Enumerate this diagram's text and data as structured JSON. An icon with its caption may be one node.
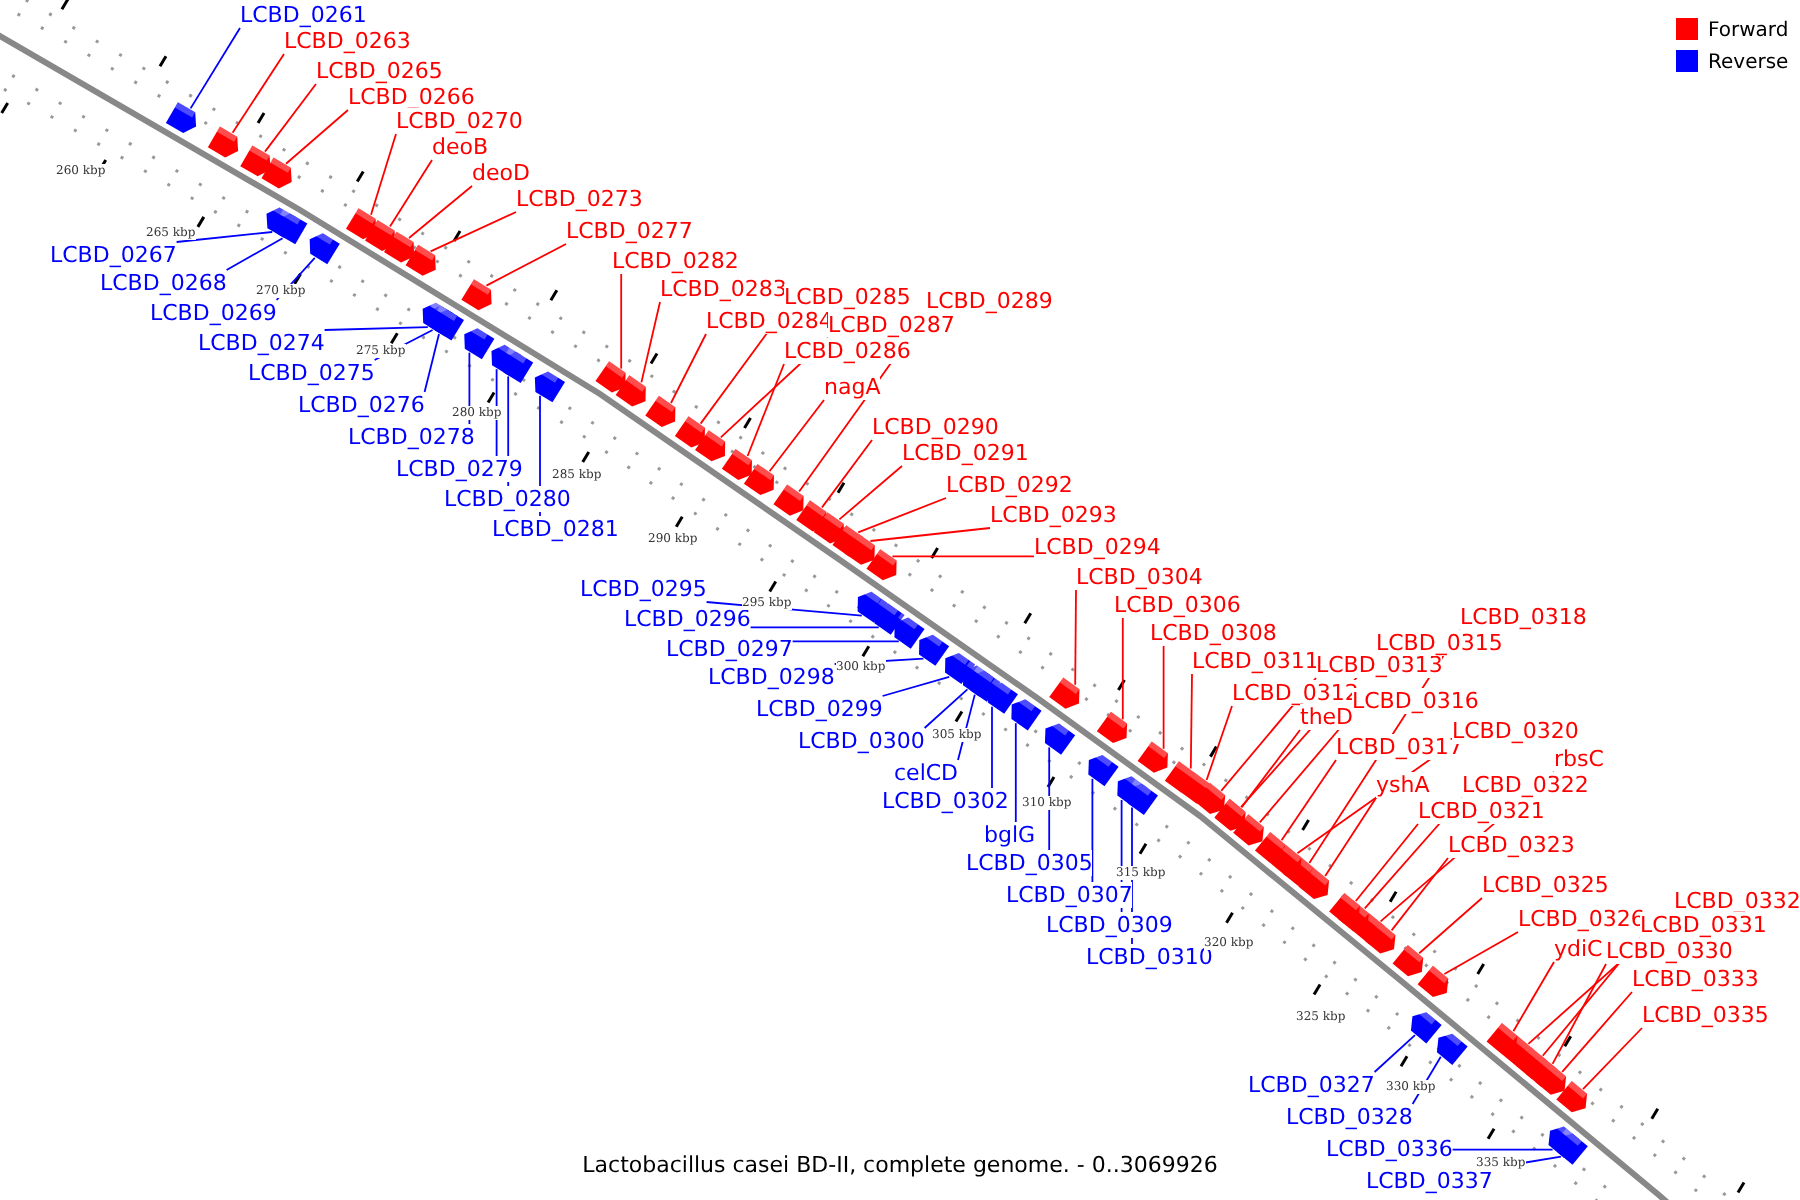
{
  "diagram": {
    "caption": "Lactobacillus casei BD-II, complete genome. - 0..3069926",
    "nodes": [
      {
        "text": [
          "LCBD_0261"
        ]
      },
      {
        "text": [
          "LCBD_0263"
        ]
      },
      {
        "text": [
          "LCBD_0265"
        ]
      },
      {
        "text": [
          "LCBD_0266"
        ]
      },
      {
        "text": [
          "LCBD_0270"
        ]
      },
      {
        "text": [
          "deoB"
        ]
      },
      {
        "text": [
          "deoD"
        ]
      },
      {
        "text": [
          "LCBD_0273"
        ]
      },
      {
        "text": [
          "LCBD_0277"
        ]
      },
      {
        "text": [
          "LCBD_0267"
        ]
      },
      {
        "text": [
          "LCBD_0268"
        ]
      },
      {
        "text": [
          "LCBD_0269"
        ]
      },
      {
        "text": [
          "LCBD_0274"
        ]
      },
      {
        "text": [
          "LCBD_0275"
        ]
      },
      {
        "text": [
          "LCBD_0276"
        ]
      },
      {
        "text": [
          "LCBD_0278"
        ]
      },
      {
        "text": [
          "LCBD_0279"
        ]
      },
      {
        "text": [
          "LCBD_0280"
        ]
      },
      {
        "text": [
          "LCBD_0281"
        ]
      },
      {
        "text": [
          "LCBD_0282"
        ]
      },
      {
        "text": [
          "LCBD_0283"
        ]
      },
      {
        "text": [
          "LCBD_0284"
        ]
      },
      {
        "text": [
          "LCBD_0285"
        ]
      },
      {
        "text": [
          "LCBD_0287"
        ]
      },
      {
        "text": [
          "LCBD_0286"
        ]
      },
      {
        "text": [
          "LCBD_0289"
        ]
      },
      {
        "text": [
          "nagA"
        ]
      },
      {
        "text": [
          "LCBD_0290"
        ]
      },
      {
        "text": [
          "LCBD_0291"
        ]
      },
      {
        "text": [
          "LCBD_0292"
        ]
      },
      {
        "text": [
          "LCBD_0293"
        ]
      },
      {
        "text": [
          "LCBD_0294"
        ]
      },
      {
        "text": [
          "LCBD_0295"
        ]
      },
      {
        "text": [
          "LCBD_0296"
        ]
      },
      {
        "text": [
          "LCBD_0297"
        ]
      },
      {
        "text": [
          "LCBD_0298"
        ]
      },
      {
        "text": [
          "LCBD_0299"
        ]
      },
      {
        "text": [
          "LCBD_0300"
        ]
      },
      {
        "text": [
          "celCD"
        ]
      },
      {
        "text": [
          "LCBD_0302"
        ]
      },
      {
        "text": [
          "bglG"
        ]
      },
      {
        "text": [
          "LCBD_0305"
        ]
      },
      {
        "text": [
          "LCBD_0307"
        ]
      },
      {
        "text": [
          "LCBD_0309"
        ]
      },
      {
        "text": [
          "LCBD_0310"
        ]
      },
      {
        "text": [
          "LCBD_0304"
        ]
      },
      {
        "text": [
          "LCBD_0306"
        ]
      },
      {
        "text": [
          "LCBD_0308"
        ]
      },
      {
        "text": [
          "LCBD_0311"
        ]
      },
      {
        "text": [
          "LCBD_0312"
        ]
      },
      {
        "text": [
          "LCBD_0318"
        ]
      },
      {
        "text": [
          "LCBD_0313"
        ]
      },
      {
        "text": [
          "LCBD_0315"
        ]
      },
      {
        "text": [
          "theD"
        ]
      },
      {
        "text": [
          "LCBD_0316"
        ]
      },
      {
        "text": [
          "LCBD_0317"
        ]
      },
      {
        "text": [
          "LCBD_0320"
        ]
      },
      {
        "text": [
          "yshA"
        ]
      },
      {
        "text": [
          "rbsC"
        ]
      },
      {
        "text": [
          "LCBD_0322"
        ]
      },
      {
        "text": [
          "LCBD_0321"
        ]
      },
      {
        "text": [
          "LCBD_0323"
        ]
      },
      {
        "text": [
          "LCBD_0325"
        ]
      },
      {
        "text": [
          "LCBD_0326"
        ]
      },
      {
        "text": [
          "LCBD_0332"
        ]
      },
      {
        "text": [
          "LCBD_0331"
        ]
      },
      {
        "text": [
          "ydiC"
        ]
      },
      {
        "text": [
          "LCBD_0330"
        ]
      },
      {
        "text": [
          "LCBD_0333"
        ]
      },
      {
        "text": [
          "LCBD_0335"
        ]
      },
      {
        "text": [
          "LCBD_0327"
        ]
      },
      {
        "text": [
          "LCBD_0328"
        ]
      },
      {
        "text": [
          "LCBD_0336"
        ]
      },
      {
        "text": [
          "LCBD_0337"
        ]
      },
      {
        "text": [],
        "shape": "arrow"
      },
      {
        "text": [],
        "shape": "arrow"
      },
      {
        "text": [],
        "shape": "arrow"
      },
      {
        "text": [],
        "shape": "arrow"
      },
      {
        "text": [],
        "shape": "arrow"
      },
      {
        "text": [],
        "shape": "arrow"
      },
      {
        "text": [],
        "shape": "arrow"
      },
      {
        "text": [],
        "shape": "arrow"
      },
      {
        "text": [],
        "shape": "arrow"
      },
      {
        "text": [],
        "shape": "arrow"
      },
      {
        "text": [],
        "shape": "arrow"
      },
      {
        "text": [],
        "shape": "arrow"
      },
      {
        "text": [],
        "shape": "arrow"
      },
      {
        "text": [],
        "shape": "arrow"
      },
      {
        "text": [],
        "shape": "arrow"
      },
      {
        "text": [],
        "shape": "arrow"
      },
      {
        "text": [],
        "shape": "arrow"
      },
      {
        "text": [],
        "shape": "arrow"
      },
      {
        "text": [],
        "shape": "arrow"
      },
      {
        "text": [],
        "shape": "arrow"
      },
      {
        "text": [],
        "shape": "arrow"
      },
      {
        "text": [],
        "shape": "arrow"
      },
      {
        "text": [],
        "shape": "arrow"
      },
      {
        "text": [],
        "shape": "arrow"
      },
      {
        "text": [],
        "shape": "arrow"
      },
      {
        "text": [],
        "shape": "arrow"
      },
      {
        "text": [],
        "shape": "arrow"
      },
      {
        "text": [],
        "shape": "arrow"
      },
      {
        "text": [],
        "shape": "arrow"
      },
      {
        "text": [],
        "shape": "arrow"
      },
      {
        "text": [],
        "shape": "arrow"
      },
      {
        "text": [],
        "shape": "arrow"
      },
      {
        "text": [],
        "shape": "arrow"
      },
      {
        "text": [],
        "shape": "arrow"
      },
      {
        "text": [],
        "shape": "arrow"
      },
      {
        "text": [],
        "shape": "arrow"
      },
      {
        "text": [],
        "shape": "arrow"
      },
      {
        "text": [],
        "shape": "arrow"
      },
      {
        "text": [],
        "shape": "arrow"
      },
      {
        "text": [],
        "shape": "arrow"
      },
      {
        "text": [],
        "shape": "arrow"
      },
      {
        "text": [],
        "shape": "arrow"
      },
      {
        "text": [],
        "shape": "arrow"
      },
      {
        "text": [],
        "shape": "arrow"
      },
      {
        "text": [],
        "shape": "arrow"
      },
      {
        "text": [],
        "shape": "arrow"
      },
      {
        "text": [],
        "shape": "arrow"
      },
      {
        "text": [],
        "shape": "arrow"
      },
      {
        "text": [],
        "shape": "arrow"
      },
      {
        "text": [],
        "shape": "arrow"
      },
      {
        "text": [],
        "shape": "arrow"
      },
      {
        "text": [],
        "shape": "arrow"
      },
      {
        "text": [],
        "shape": "arrow"
      },
      {
        "text": [],
        "shape": "arrow"
      },
      {
        "text": [],
        "shape": "arrow"
      },
      {
        "text": [],
        "shape": "arrow"
      },
      {
        "text": [],
        "shape": "arrow"
      },
      {
        "text": [],
        "shape": "arrow"
      },
      {
        "text": [],
        "shape": "arrow"
      },
      {
        "text": [],
        "shape": "arrow"
      },
      {
        "text": [],
        "shape": "arrow"
      },
      {
        "text": [],
        "shape": "arrow"
      },
      {
        "text": [],
        "shape": "arrow"
      },
      {
        "text": [],
        "shape": "arrow"
      },
      {
        "text": [],
        "shape": "arrow"
      },
      {
        "text": [],
        "shape": "arrow"
      },
      {
        "text": [],
        "shape": "arrow"
      },
      {
        "text": [],
        "shape": "arrow"
      },
      {
        "text": [],
        "shape": "arrow"
      },
      {
        "text": [],
        "shape": "arrow"
      },
      {
        "text": [],
        "shape": "arrow"
      },
      {
        "text": [],
        "shape": "arrow"
      },
      {
        "text": [],
        "shape": "arrow"
      },
      {
        "text": [],
        "shape": "arrow"
      }
    ],
    "edges": [
      {
        "from": 0,
        "to": 74,
        "arrow": "none",
        "color": "#0000ff"
      },
      {
        "from": 1,
        "to": 75,
        "arrow": "none"
      },
      {
        "from": 2,
        "to": 76,
        "arrow": "none"
      },
      {
        "from": 3,
        "to": 77,
        "arrow": "none"
      },
      {
        "from": 4,
        "to": 78,
        "arrow": "none"
      },
      {
        "from": 5,
        "to": 79,
        "arrow": "none"
      },
      {
        "from": 6,
        "to": 80,
        "arrow": "none"
      },
      {
        "from": 7,
        "to": 81,
        "arrow": "none"
      },
      {
        "from": 8,
        "to": 82,
        "arrow": "none"
      },
      {
        "from": 9,
        "to": 83,
        "arrow": "none",
        "color": "#0000ff"
      },
      {
        "from": 10,
        "to": 84,
        "arrow": "none",
        "color": "#0000ff"
      },
      {
        "from": 11,
        "to": 85,
        "arrow": "none",
        "color": "#0000ff"
      },
      {
        "from": 12,
        "to": 86,
        "arrow": "none",
        "color": "#0000ff"
      },
      {
        "from": 13,
        "to": 87,
        "arrow": "none",
        "color": "#0000ff"
      },
      {
        "from": 14,
        "to": 88,
        "arrow": "none",
        "color": "#0000ff"
      },
      {
        "from": 15,
        "to": 89,
        "arrow": "none",
        "color": "#0000ff"
      },
      {
        "from": 16,
        "to": 90,
        "arrow": "none",
        "color": "#0000ff"
      },
      {
        "from": 17,
        "to": 91,
        "arrow": "none",
        "color": "#0000ff"
      },
      {
        "from": 18,
        "to": 92,
        "arrow": "none",
        "color": "#0000ff"
      },
      {
        "from": 19,
        "to": 93,
        "arrow": "none"
      },
      {
        "from": 20,
        "to": 94,
        "arrow": "none"
      },
      {
        "from": 21,
        "to": 95,
        "arrow": "none"
      },
      {
        "from": 22,
        "to": 96,
        "arrow": "none"
      },
      {
        "from": 23,
        "to": 97,
        "arrow": "none"
      },
      {
        "from": 24,
        "to": 98,
        "arrow": "none"
      },
      {
        "from": 25,
        "to": 99,
        "arrow": "none"
      },
      {
        "from": 26,
        "to": 100,
        "arrow": "none"
      },
      {
        "from": 27,
        "to": 101,
        "arrow": "none"
      },
      {
        "from": 28,
        "to": 102,
        "arrow": "none"
      },
      {
        "from": 29,
        "to": 103,
        "arrow": "none"
      },
      {
        "from": 30,
        "to": 104,
        "arrow": "none"
      },
      {
        "from": 31,
        "to": 105,
        "arrow": "none"
      },
      {
        "from": 32,
        "to": 106,
        "arrow": "none",
        "color": "#0000ff"
      },
      {
        "from": 33,
        "to": 107,
        "arrow": "none",
        "color": "#0000ff"
      },
      {
        "from": 34,
        "to": 108,
        "arrow": "none",
        "color": "#0000ff"
      },
      {
        "from": 35,
        "to": 109,
        "arrow": "none",
        "color": "#0000ff"
      },
      {
        "from": 36,
        "to": 110,
        "arrow": "none",
        "color": "#0000ff"
      },
      {
        "from": 37,
        "to": 111,
        "arrow": "none",
        "color": "#0000ff"
      },
      {
        "from": 38,
        "to": 112,
        "arrow": "none",
        "color": "#0000ff"
      },
      {
        "from": 39,
        "to": 113,
        "arrow": "none",
        "color": "#0000ff"
      },
      {
        "from": 40,
        "to": 114,
        "arrow": "none",
        "color": "#0000ff"
      },
      {
        "from": 41,
        "to": 115,
        "arrow": "none",
        "color": "#0000ff"
      },
      {
        "from": 42,
        "to": 116,
        "arrow": "none",
        "color": "#0000ff"
      },
      {
        "from": 43,
        "to": 117,
        "arrow": "none",
        "color": "#0000ff"
      },
      {
        "from": 44,
        "to": 118,
        "arrow": "none",
        "color": "#0000ff"
      },
      {
        "from": 45,
        "to": 119,
        "arrow": "none"
      },
      {
        "from": 46,
        "to": 120,
        "arrow": "none"
      },
      {
        "from": 47,
        "to": 121,
        "arrow": "none"
      },
      {
        "from": 48,
        "to": 122,
        "arrow": "none"
      },
      {
        "from": 49,
        "to": 123,
        "arrow": "none"
      },
      {
        "from": 50,
        "to": 124,
        "arrow": "none"
      },
      {
        "from": 51,
        "to": 125,
        "arrow": "none"
      },
      {
        "from": 52,
        "to": 126,
        "arrow": "none"
      },
      {
        "from": 53,
        "to": 127,
        "arrow": "none"
      },
      {
        "from": 54,
        "to": 128,
        "arrow": "none"
      },
      {
        "from": 55,
        "to": 129,
        "arrow": "none"
      },
      {
        "from": 56,
        "to": 130,
        "arrow": "none"
      },
      {
        "from": 57,
        "to": 131,
        "arrow": "none"
      },
      {
        "from": 58,
        "to": 132,
        "arrow": "none"
      },
      {
        "from": 59,
        "to": 133,
        "arrow": "none"
      },
      {
        "from": 60,
        "to": 134,
        "arrow": "none"
      },
      {
        "from": 61,
        "to": 135,
        "arrow": "none"
      },
      {
        "from": 62,
        "to": 136,
        "arrow": "none"
      },
      {
        "from": 63,
        "to": 137,
        "arrow": "none"
      },
      {
        "from": 64,
        "to": 138,
        "arrow": "none"
      },
      {
        "from": 65,
        "to": 139,
        "arrow": "none"
      },
      {
        "from": 66,
        "to": 140,
        "arrow": "none"
      },
      {
        "from": 67,
        "to": 141,
        "arrow": "none"
      },
      {
        "from": 68,
        "to": 142,
        "arrow": "none"
      },
      {
        "from": 69,
        "to": 143,
        "arrow": "none"
      },
      {
        "from": 70,
        "to": 144,
        "arrow": "none",
        "color": "#0000ff"
      },
      {
        "from": 71,
        "to": 145,
        "arrow": "none",
        "color": "#0000ff"
      },
      {
        "from": 72,
        "to": 146,
        "arrow": "none",
        "color": "#0000ff"
      },
      {
        "from": 73,
        "to": 147,
        "arrow": "none",
        "color": "#0000ff"
      }
    ],
    "labels": [
      "260 kbp",
      "265 kbp",
      "270 kbp",
      "275 kbp",
      "280 kbp",
      "285 kbp",
      "290 kbp",
      "295 kbp",
      "300 kbp",
      "305 kbp",
      "310 kbp",
      "315 kbp",
      "320 kbp",
      "325 kbp",
      "330 kbp",
      "335 kbp"
    ],
    "legend": [
      {
        "text": "Forward",
        "color": "#ff0000"
      },
      {
        "text": "Reverse",
        "color": "#0000ff"
      }
    ]
  }
}
